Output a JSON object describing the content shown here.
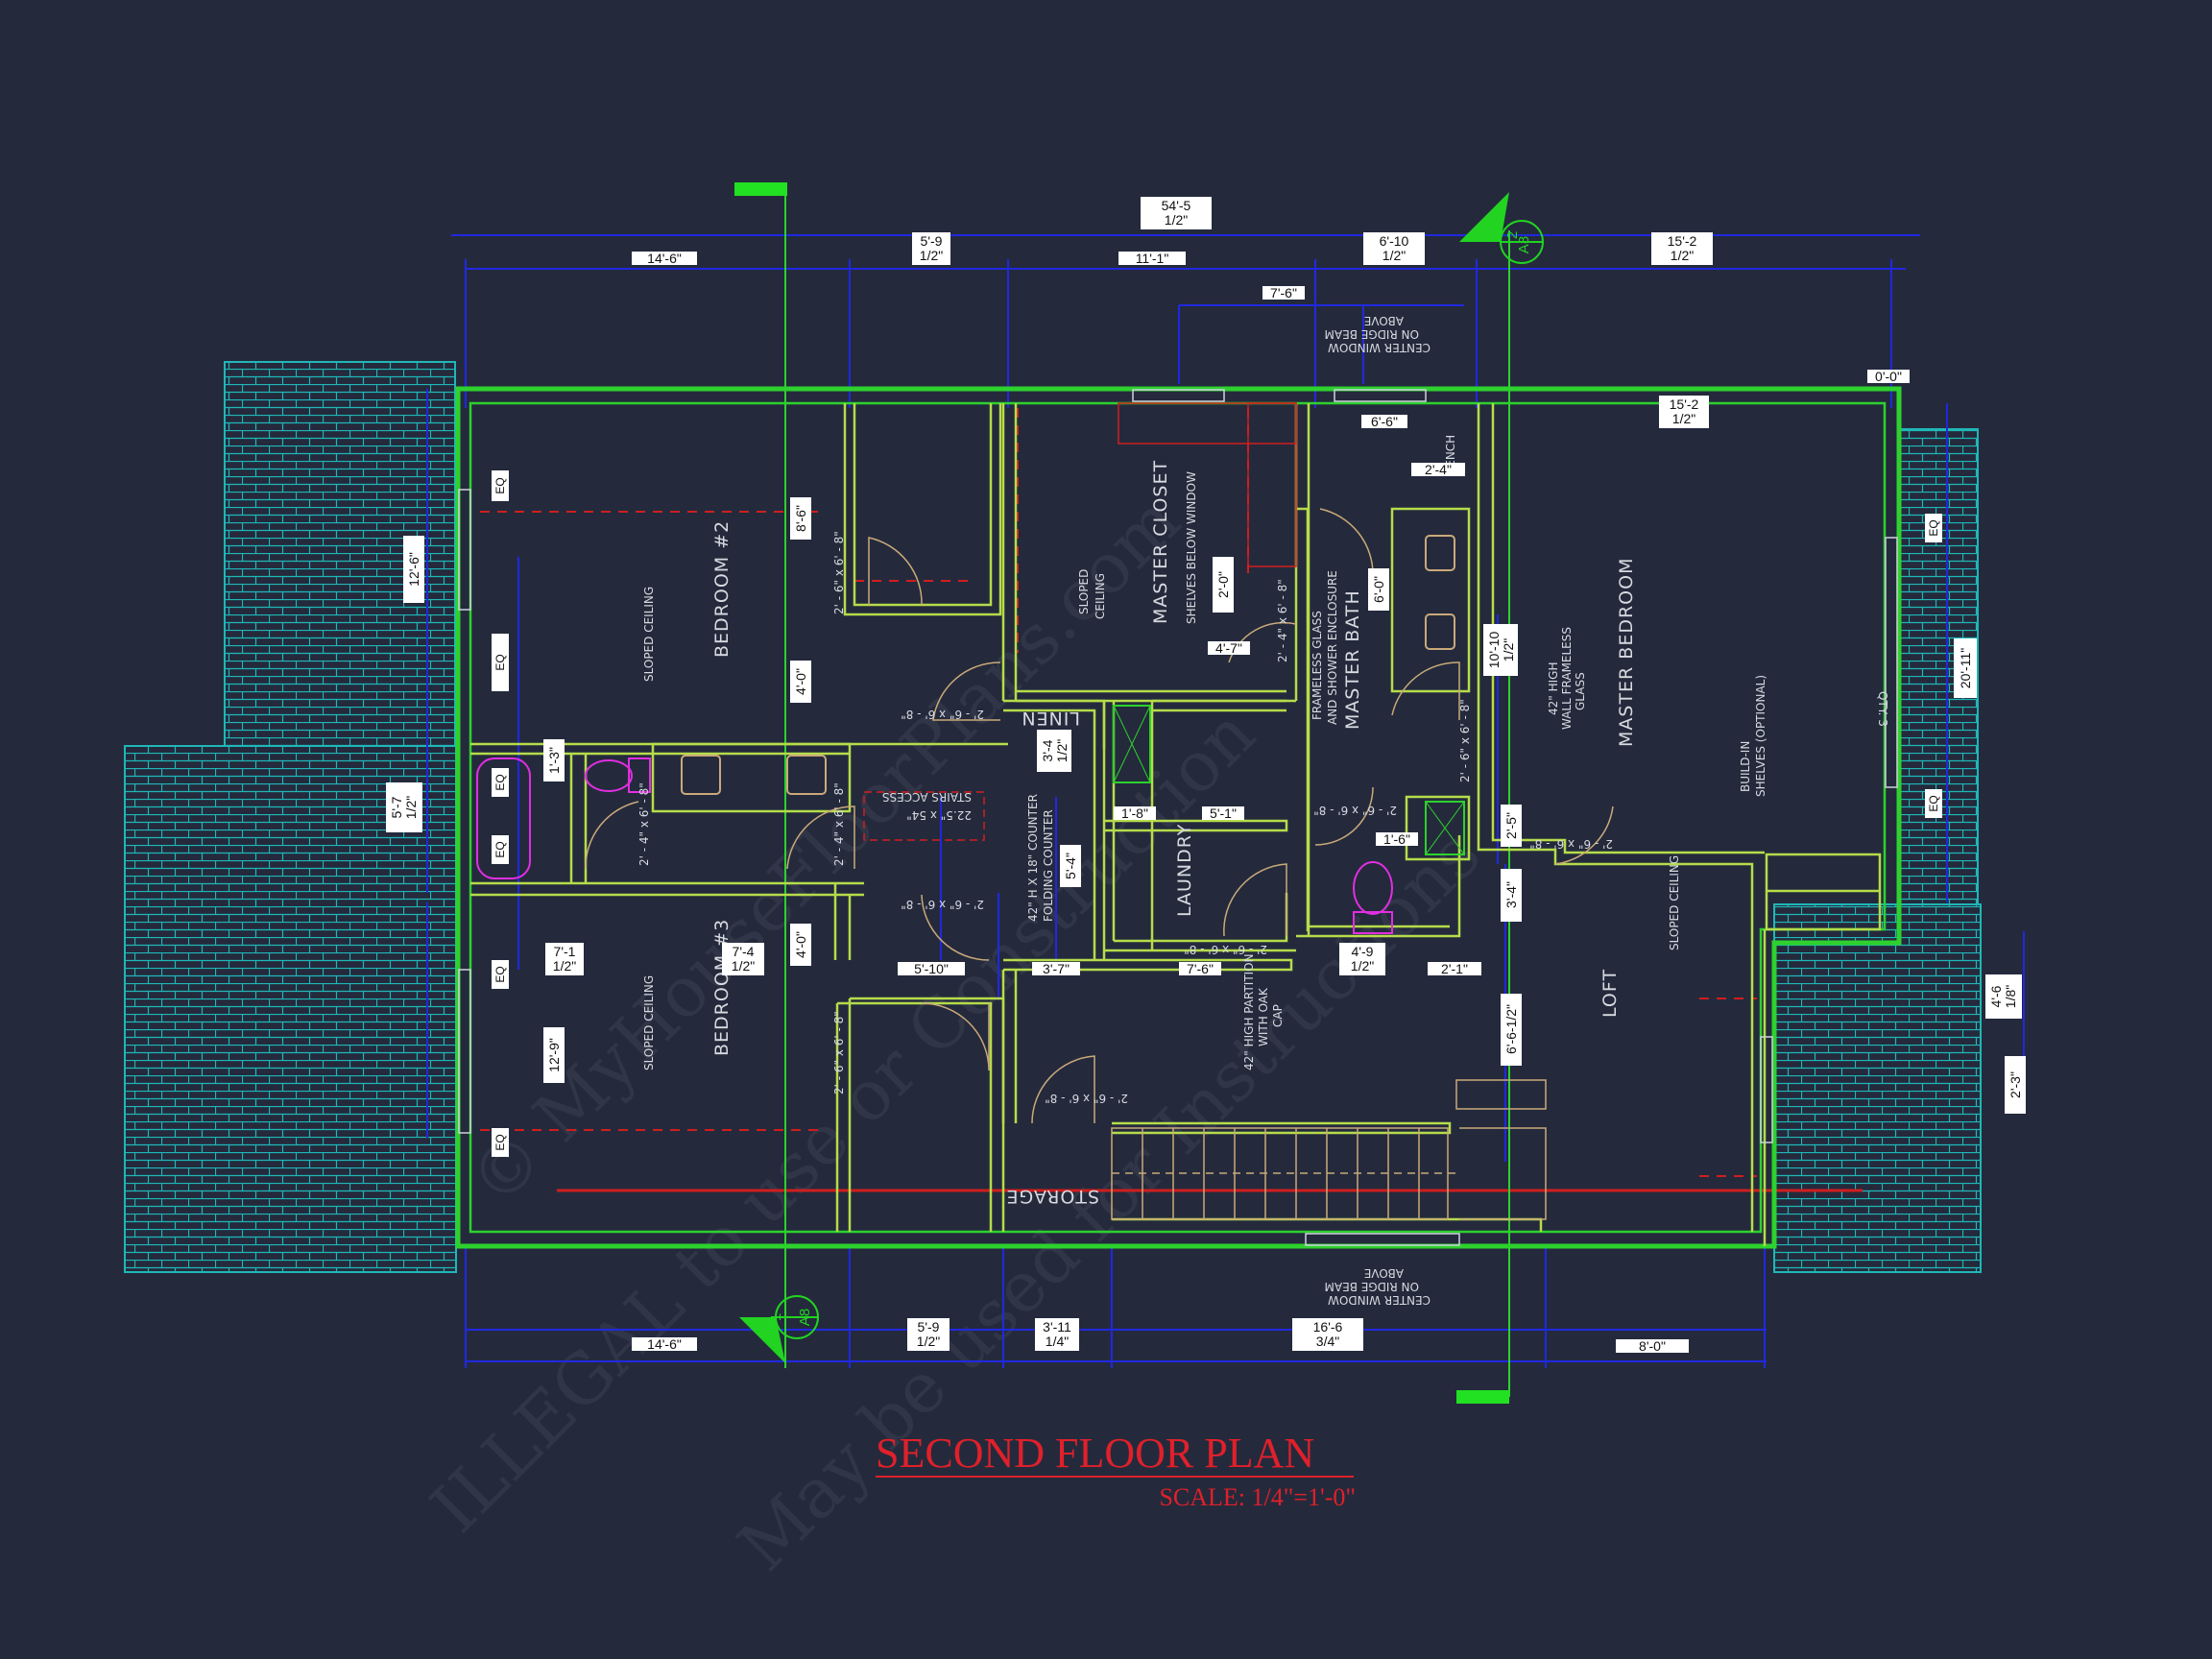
{
  "title": "SECOND FLOOR PLAN",
  "scale": "SCALE: 1/4\"=1'-0\"",
  "watermark": {
    "line1": "ILLEGAL to use or Construction",
    "line2": "May be used for Instructions",
    "line3": "© MyHouseFloorPlans.com"
  },
  "rooms": {
    "bedroom2": "BEDROOM #2",
    "bedroom3": "BEDROOM #3",
    "master_closet": "MASTER CLOSET",
    "shelves_below": "SHELVES BELOW WINDOW",
    "master_bath": "MASTER BATH",
    "master_bedroom": "MASTER BEDROOM",
    "laundry": "LAUNDRY",
    "loft": "LOFT",
    "storage": "STORAGE",
    "linen": "LINEN",
    "stairs_access": "STAIRS ACCESS",
    "stairs_size": "22.5\" x 54\"",
    "sloped_ceiling": "SLOPED CEILING",
    "sloped": "SLOPED",
    "ceiling": "CEILING",
    "frameless_1": "FRAMELESS GLASS",
    "frameless_2": "AND SHOWER ENCLOSURE",
    "partition_42_1": "42\" HIGH PARTITION",
    "partition_42_2": "WITH OAK",
    "partition_42_3": "CAP",
    "folding_1": "42\" H X 18\" COUNTER",
    "folding_2": "FOLDING COUNTER",
    "build_in_1": "BUILD-IN",
    "build_in_2": "SHELVES (OPTIONAL)",
    "master_42_1": "42\" HIGH",
    "master_42_2": "WALL FRAMELESS",
    "master_42_3": "GLASS",
    "center_window_1": "CENTER WINDOW",
    "center_window_2": "ON RIDGE BEAM",
    "center_window_3": "ABOVE",
    "bench": "BENCH",
    "qty": "QTY. 3"
  },
  "marks": {
    "section1": "1",
    "section2": "2",
    "sheet": "A8"
  },
  "dims": {
    "overall_1": "54'-5",
    "overall_2": "1/2\"",
    "top_a": "14'-6\"",
    "top_b1": "5'-9",
    "top_b2": "1/2\"",
    "top_c": "11'-1\"",
    "top_d1": "6'-10",
    "top_d2": "1/2\"",
    "top_e1": "15'-2",
    "top_e2": "1/2\"",
    "top_f": "7'-6\"",
    "top_g": "0'-0\"",
    "top_h": "6'-6\"",
    "top_i1": "15'-2",
    "top_i2": "1/2\"",
    "top_j": "2'-4\"",
    "bot_a": "14'-6\"",
    "bot_b1": "5'-9",
    "bot_b2": "1/2\"",
    "bot_c1": "3'-11",
    "bot_c2": "1/4\"",
    "bot_d1": "16'-6",
    "bot_d2": "3/4\"",
    "bot_e": "8'-0\"",
    "left_a": "12'-6\"",
    "left_b1": "5'-7",
    "left_b2": "1/2\"",
    "left_c": "12'-9\"",
    "right_a": "20'-11\"",
    "right_b1": "4'-6",
    "right_b2": "1/8\"",
    "right_c": "2'-3\"",
    "in_8_6": "8'-6\"",
    "in_4_0a": "4'-0\"",
    "in_4_0b": "4'-0\"",
    "in_1_3": "1'-3\"",
    "in_7_1a": "7'-1",
    "in_7_1b": "1/2\"",
    "in_7_4a": "7'-4",
    "in_7_4b": "1/2\"",
    "in_5_10": "5'-10\"",
    "in_3_7": "3'-7\"",
    "in_7_6": "7'-6\"",
    "in_4_9a": "4'-9",
    "in_4_9b": "1/2\"",
    "in_2_1": "2'-1\"",
    "in_3_4a": "3'-4",
    "in_3_4b": "1/2\"",
    "in_1_8": "1'-8\"",
    "in_5_1": "5'-1\"",
    "in_5_4": "5'-4\"",
    "in_4_7": "4'-7\"",
    "in_2_0": "2'-0\"",
    "in_6_0": "6'-0\"",
    "in_1_6": "1'-6\"",
    "in_2_5": "2'-5\"",
    "in_3_4c": "3'-4\"",
    "in_10_10a": "10'-10",
    "in_10_10b": "1/2\"",
    "in_6_6": "6'-6-1/2\"",
    "eq": "EQ"
  },
  "door_tags": {
    "d268": "2' - 6\" x 6' - 8\"",
    "d2468": "2' - 4\" x 6' - 8\""
  },
  "colors": {
    "background": "#242a3c",
    "wall": "#2ed12e",
    "inner_wall": "#b6dc4a",
    "dimension": "#2028e0",
    "roof": "#1fb7b7",
    "hidden": "#d01e1e",
    "fixture": "#e12ee1",
    "title": "#e0202a"
  }
}
